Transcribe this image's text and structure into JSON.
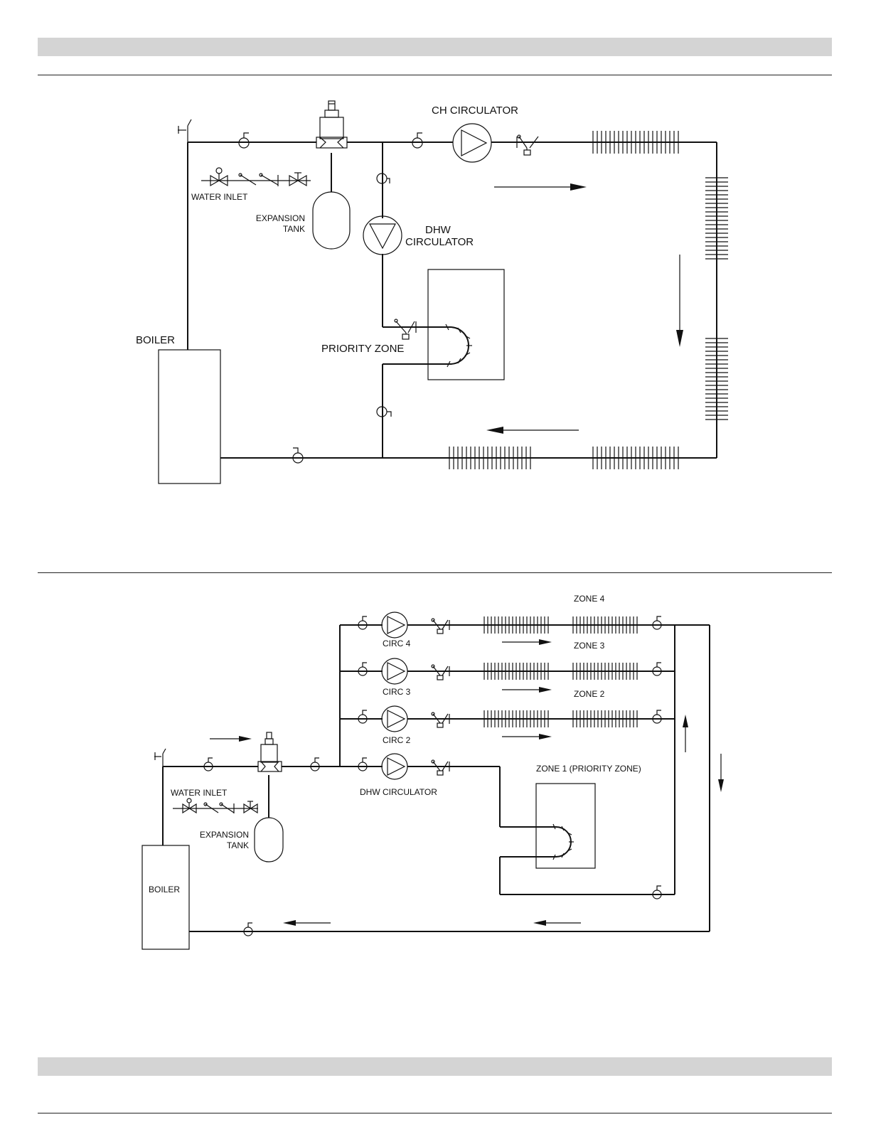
{
  "diagram1": {
    "labels": {
      "ch_circulator": "CH CIRCULATOR",
      "dhw_line1": "DHW",
      "dhw_line2": "CIRCULATOR",
      "water_inlet": "WATER INLET",
      "expansion_line1": "EXPANSION",
      "expansion_line2": "TANK",
      "boiler": "BOILER",
      "priority_zone": "PRIORITY ZONE"
    }
  },
  "diagram2": {
    "labels": {
      "zone4": "ZONE 4",
      "zone3": "ZONE 3",
      "zone2": "ZONE 2",
      "zone1": "ZONE 1 (PRIORITY ZONE)",
      "circ4": "CIRC 4",
      "circ3": "CIRC 3",
      "circ2": "CIRC 2",
      "dhw_circulator": "DHW CIRCULATOR",
      "water_inlet": "WATER INLET",
      "expansion_line1": "EXPANSION",
      "expansion_line2": "TANK",
      "boiler": "BOILER"
    }
  }
}
